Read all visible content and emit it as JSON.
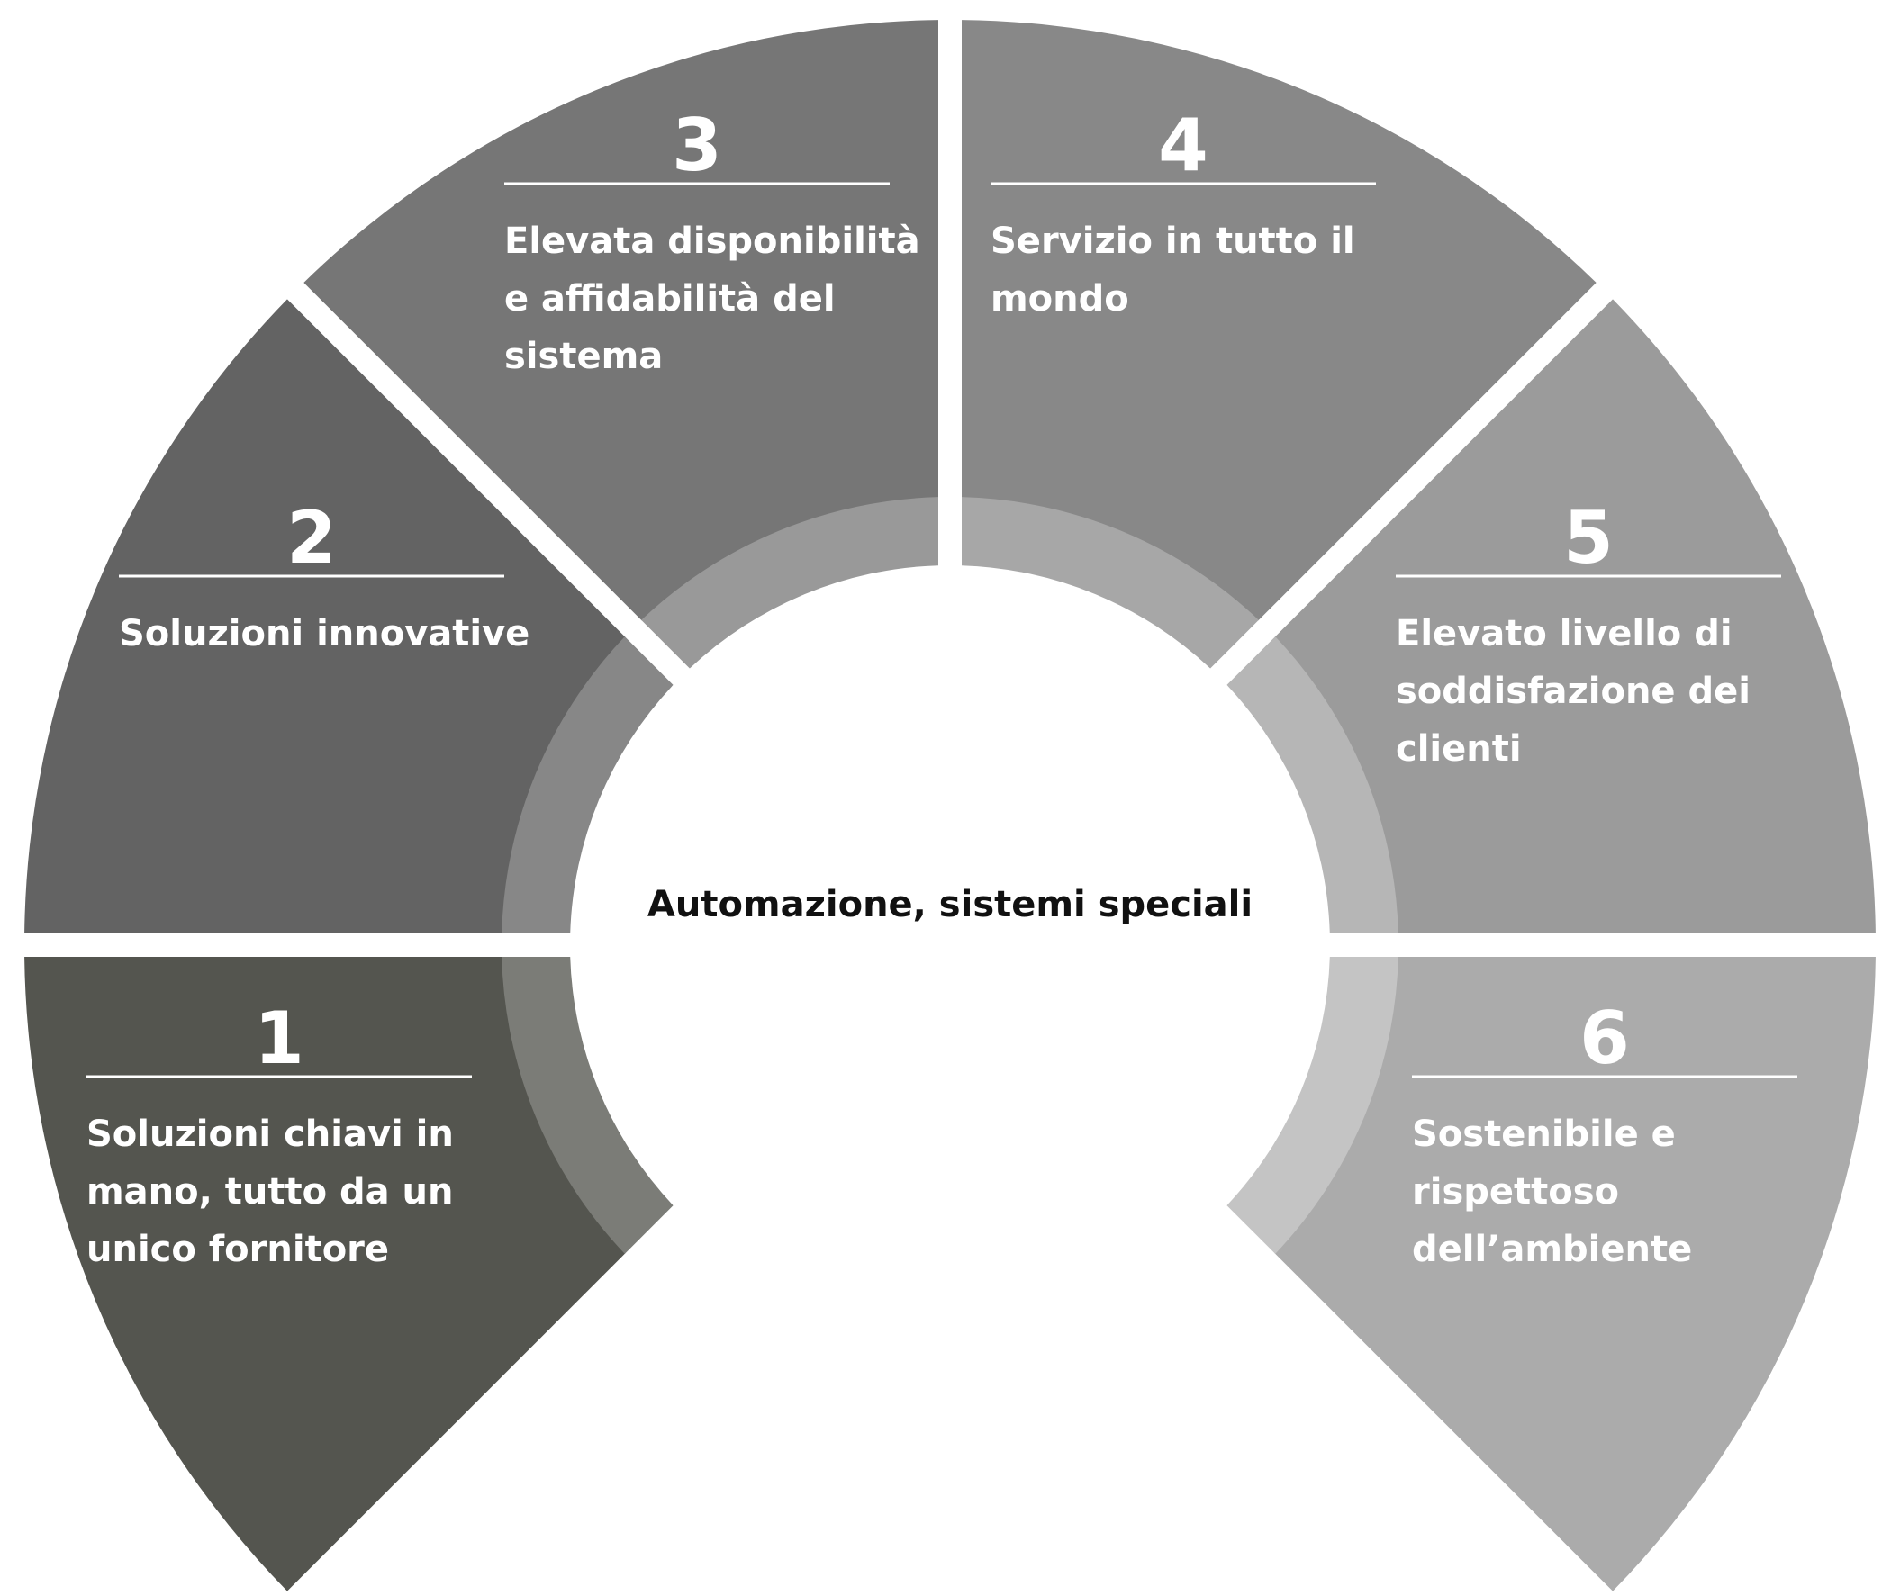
{
  "center": {
    "label": "Automazione, sistemi speciali"
  },
  "segments": [
    {
      "number": "1",
      "lines": [
        "Soluzioni chiavi in",
        "mano, tutto da un",
        "unico fornitore"
      ],
      "color": "#54554f",
      "inner_color": "#7b7c77"
    },
    {
      "number": "2",
      "lines": [
        "Soluzioni innovative"
      ],
      "color": "#636363",
      "inner_color": "#878787"
    },
    {
      "number": "3",
      "lines": [
        "Elevata disponibilità",
        "e affidabilità del",
        "sistema"
      ],
      "color": "#767676",
      "inner_color": "#999999"
    },
    {
      "number": "4",
      "lines": [
        "Servizio in tutto il",
        "mondo"
      ],
      "color": "#888888",
      "inner_color": "#a7a7a7"
    },
    {
      "number": "5",
      "lines": [
        "Elevato livello di",
        "soddisfazione dei",
        "clienti"
      ],
      "color": "#9b9b9b",
      "inner_color": "#b6b6b6"
    },
    {
      "number": "6",
      "lines": [
        "Sostenibile e",
        "rispettoso",
        "dell’ambiente"
      ],
      "color": "#ababab",
      "inner_color": "#c4c4c4"
    }
  ]
}
